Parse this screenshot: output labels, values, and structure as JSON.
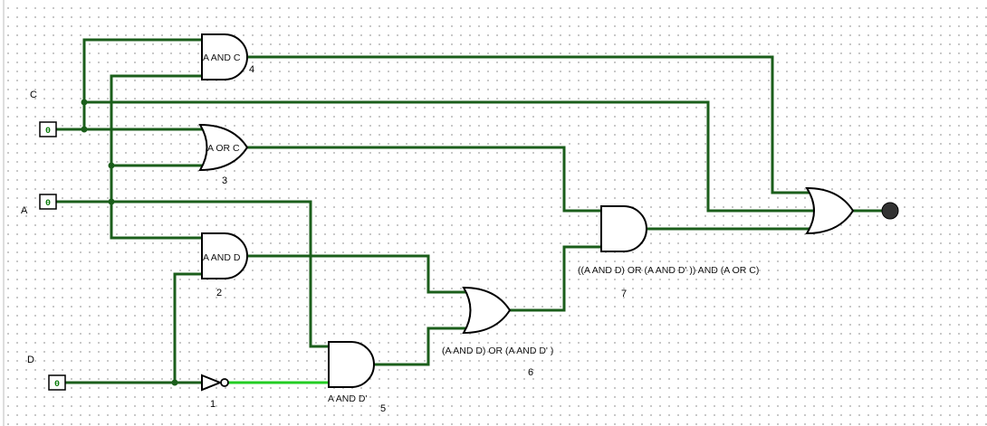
{
  "colors": {
    "wire": "#1b5e1b",
    "wire_active": "#22cc22",
    "pin_value": "#0a7a0a",
    "output_led": "#333333"
  },
  "inputs": [
    {
      "name": "C",
      "value": "0"
    },
    {
      "name": "A",
      "value": "0"
    },
    {
      "name": "D",
      "value": "0"
    }
  ],
  "gates": [
    {
      "id": "g4",
      "type": "AND",
      "label": "A AND C",
      "number": "4"
    },
    {
      "id": "g3",
      "type": "OR",
      "label": "A OR C",
      "number": "3"
    },
    {
      "id": "g2",
      "type": "AND",
      "label": "A AND D",
      "number": "2"
    },
    {
      "id": "g1",
      "type": "NOT",
      "label": "",
      "number": "1"
    },
    {
      "id": "g5",
      "type": "AND",
      "label": "A AND D'",
      "number": "5"
    },
    {
      "id": "g6",
      "type": "OR",
      "label": "(A AND D) OR (A AND D' )",
      "number": "6"
    },
    {
      "id": "g7",
      "type": "AND",
      "label": "((A AND D) OR (A AND D' )) AND (A OR C)",
      "number": "7"
    },
    {
      "id": "gout",
      "type": "OR",
      "label": "",
      "number": ""
    }
  ],
  "output": {
    "state": "off"
  }
}
